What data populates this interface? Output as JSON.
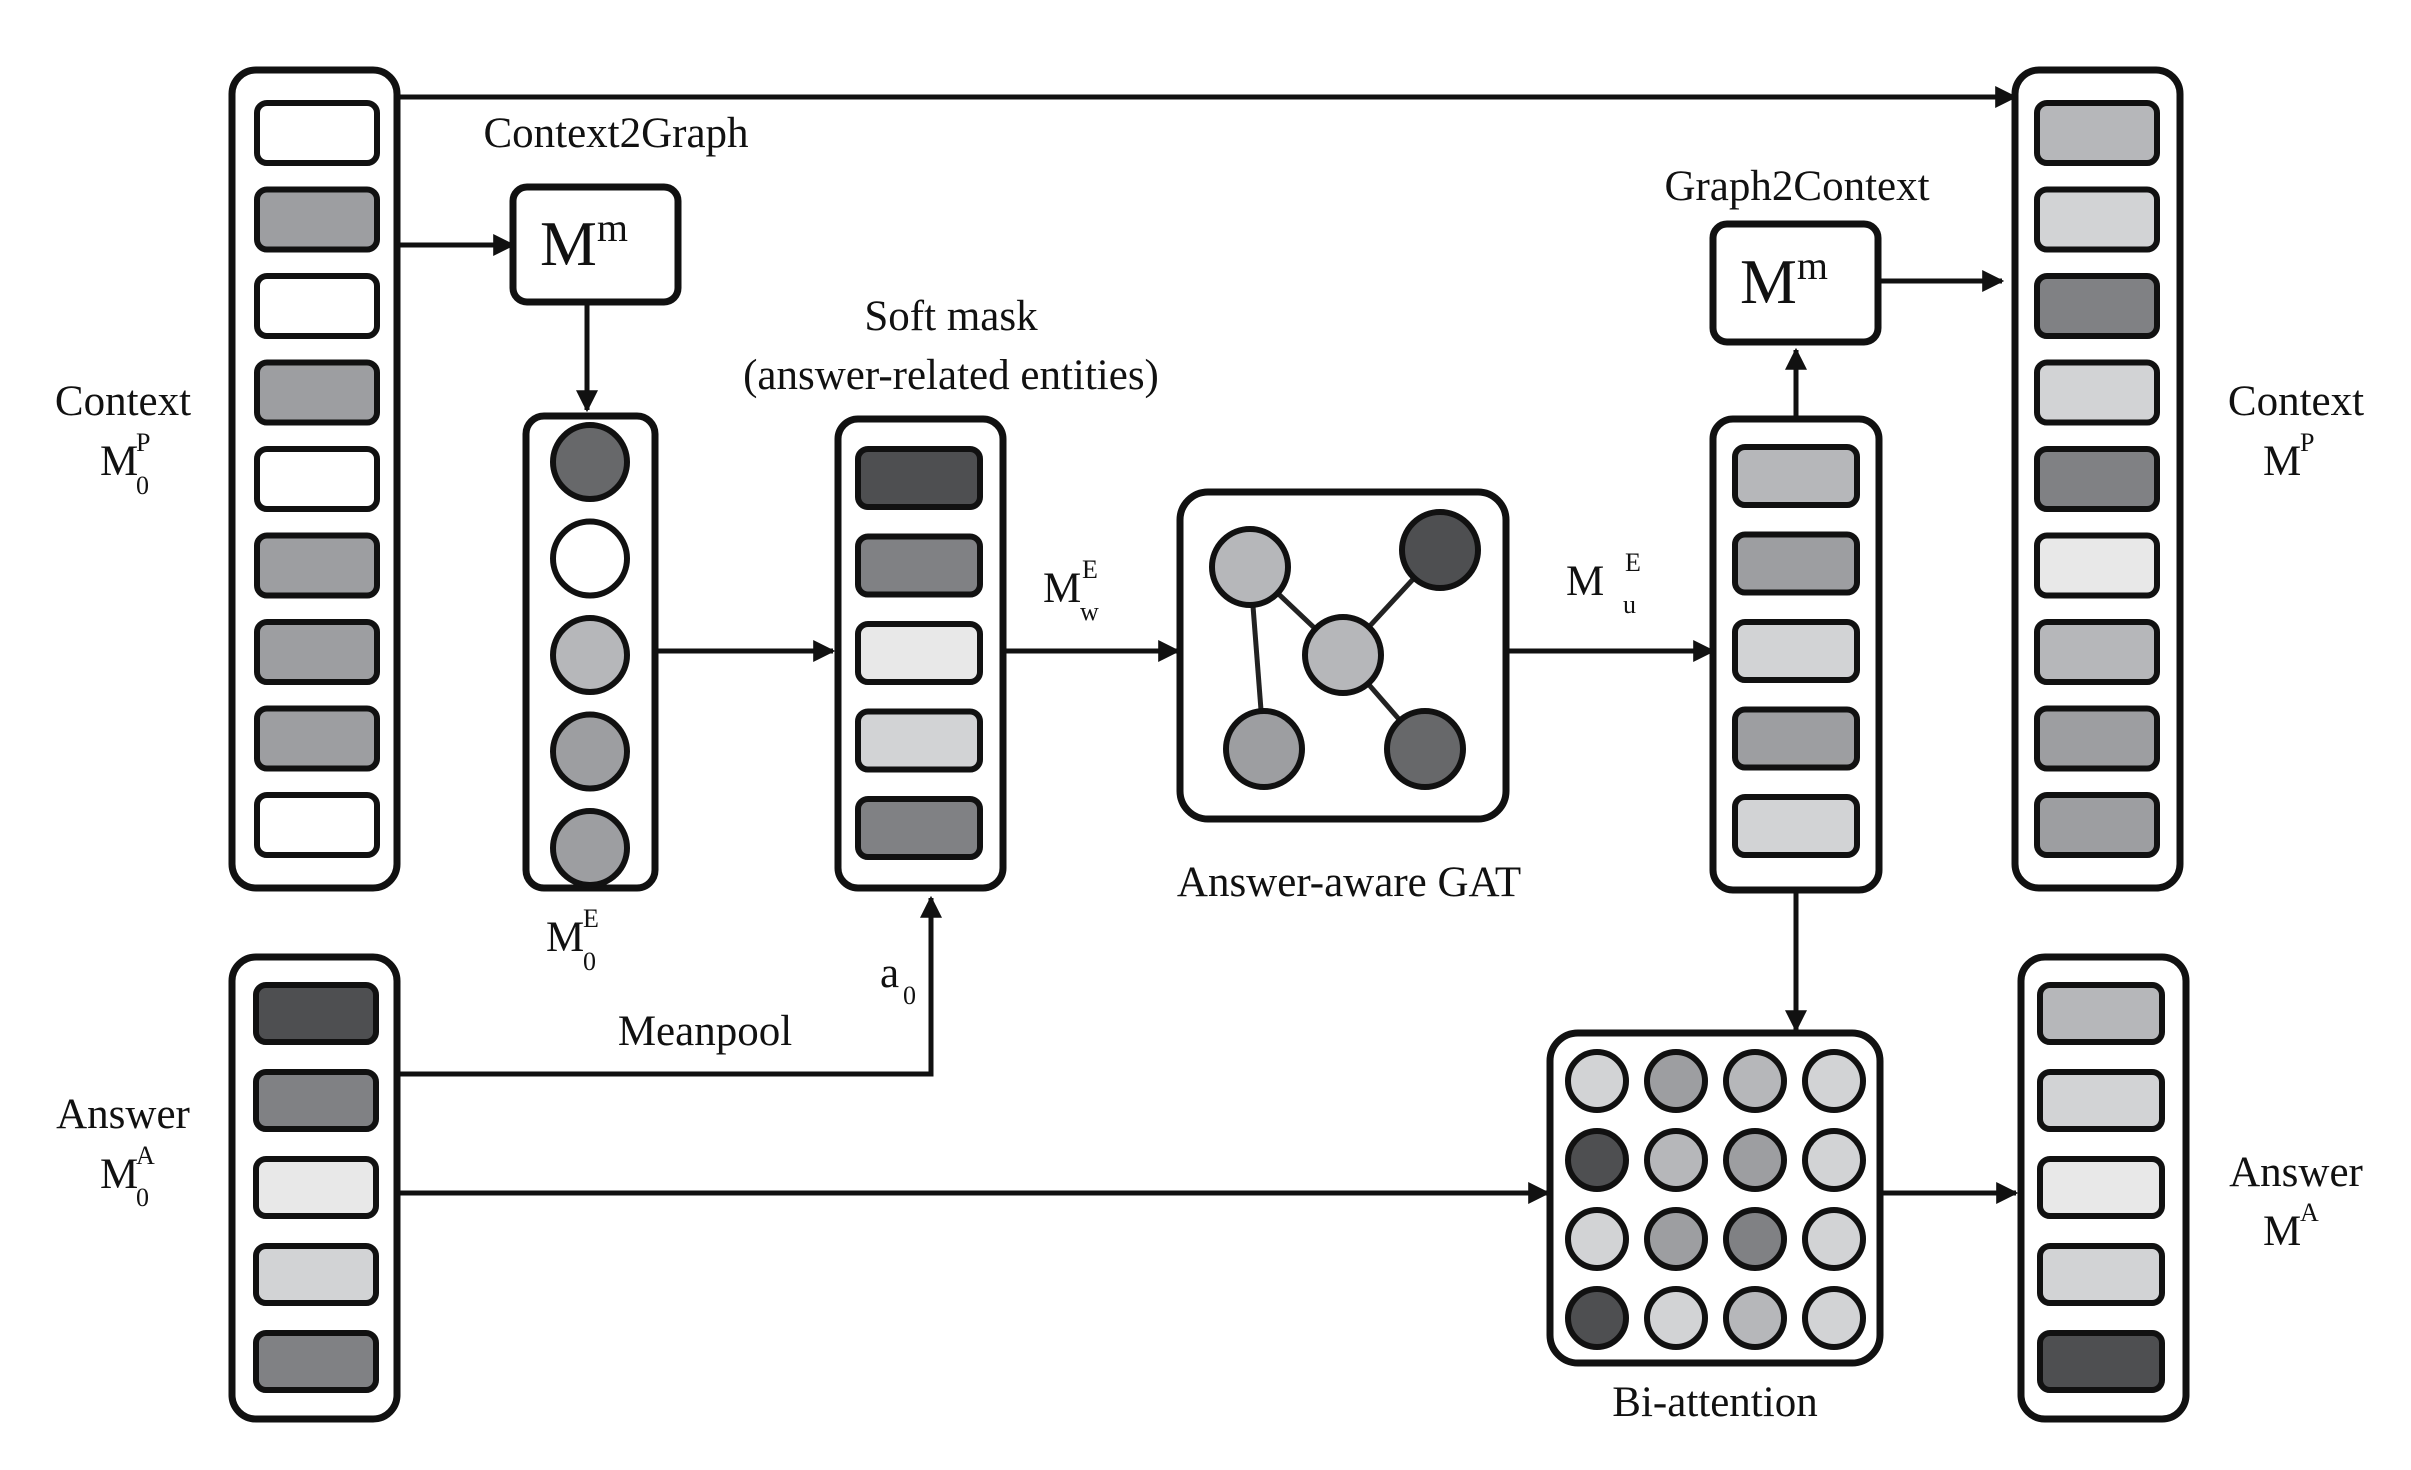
{
  "colors": {
    "white": "#ffffff",
    "light": "#e8e8e8",
    "pale": "#d2d3d5",
    "mid": "#b6b7ba",
    "gray": "#9d9ea1",
    "dark": "#808184",
    "darker": "#67686a",
    "darkest": "#4e4f51"
  },
  "labels": {
    "context2graph": "Context2Graph",
    "graph2context": "Graph2Context",
    "soft_mask_line1": "Soft mask",
    "soft_mask_line2": "(answer-related entities)",
    "gat": "Answer-aware GAT",
    "bi_attention": "Bi-attention",
    "meanpool": "Meanpool",
    "context_in": "Context",
    "context_out": "Context",
    "answer_in": "Answer",
    "answer_out": "Answer"
  },
  "math": {
    "mm_left": {
      "base": "M",
      "sup": "m"
    },
    "mm_right": {
      "base": "M",
      "sup": "m"
    },
    "m0p": {
      "base": "M",
      "sup": "P",
      "sub": "0"
    },
    "mp": {
      "base": "M",
      "sup": "P"
    },
    "m0a": {
      "base": "M",
      "sup": "A",
      "sub": "0"
    },
    "ma": {
      "base": "M",
      "sup": "A"
    },
    "m0e": {
      "base": "M",
      "sup": "E",
      "sub": "0"
    },
    "mwe": {
      "base": "M",
      "sup": "E",
      "sub": "w"
    },
    "mue": {
      "base": "M",
      "sup": "E",
      "sub": "u"
    },
    "a0": {
      "base": "a",
      "sub": "0"
    }
  },
  "vectors": {
    "context_in": [
      "white",
      "gray",
      "white",
      "gray",
      "white",
      "gray",
      "gray",
      "gray",
      "white"
    ],
    "context_out": [
      "mid",
      "pale",
      "dark",
      "pale",
      "dark",
      "light",
      "mid",
      "gray",
      "gray"
    ],
    "entities": [
      "darker",
      "white",
      "mid",
      "gray",
      "gray"
    ],
    "soft_mask": [
      "darkest",
      "dark",
      "light",
      "pale",
      "dark"
    ],
    "updated_entities": [
      "mid",
      "gray",
      "pale",
      "gray",
      "pale"
    ],
    "answer_in": [
      "darkest",
      "dark",
      "light",
      "pale",
      "dark"
    ],
    "answer_out": [
      "mid",
      "pale",
      "light",
      "pale",
      "darkest"
    ]
  },
  "bi_attention_grid": [
    [
      "pale",
      "gray",
      "mid",
      "pale"
    ],
    [
      "darkest",
      "mid",
      "gray",
      "pale"
    ],
    [
      "pale",
      "gray",
      "dark",
      "pale"
    ],
    [
      "darkest",
      "pale",
      "mid",
      "pale"
    ]
  ],
  "gat_nodes": [
    "mid",
    "darkest",
    "mid",
    "gray",
    "darker"
  ]
}
